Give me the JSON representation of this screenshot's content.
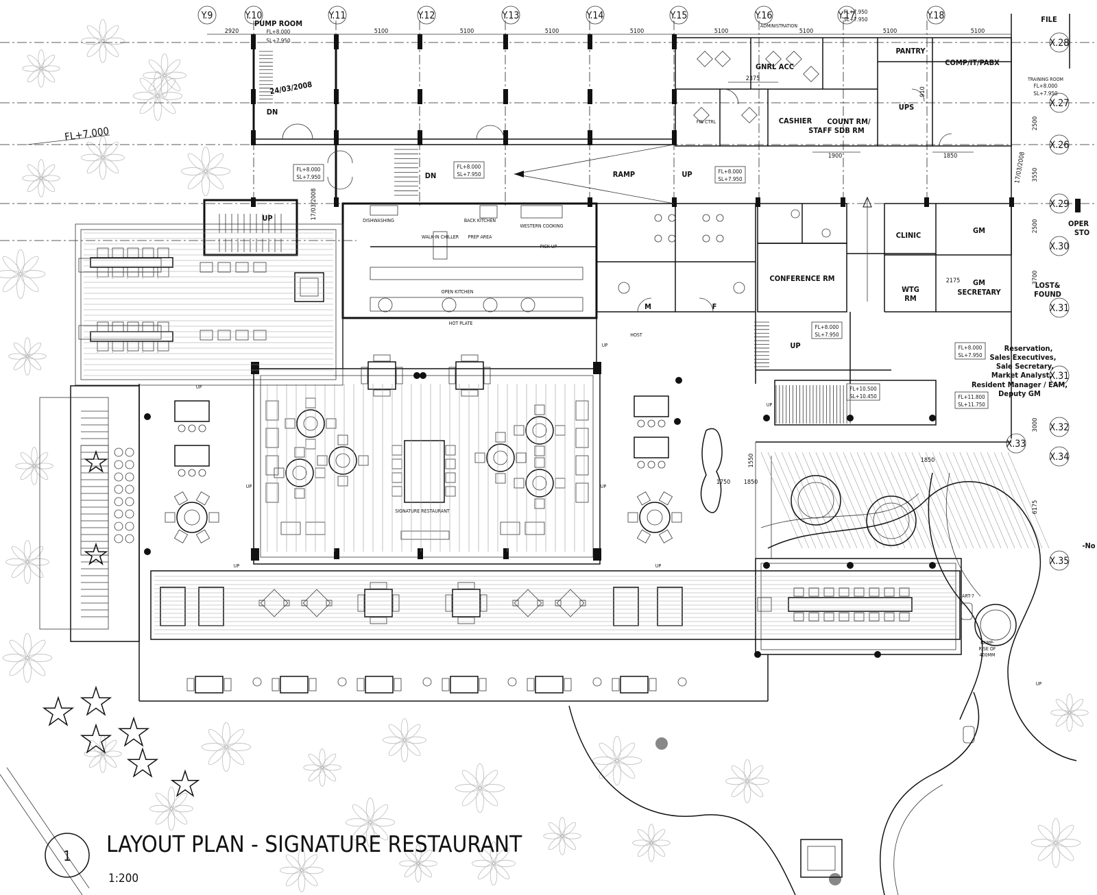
{
  "title": "LAYOUT PLAN - SIGNATURE RESTAURANT",
  "scale": "1:200",
  "drawing_number": "1",
  "floor_level": "FL+7.000",
  "revision_date_1": "24/03/2008",
  "revision_date_2": "17/03/2008",
  "revision_date_3": "17/03/2008",
  "grid_labels": [
    "Y.9",
    "Y.10",
    "Y.11",
    "Y.12",
    "Y.13",
    "Y.14",
    "Y.15",
    "Y.16",
    "Y.17",
    "Y.18"
  ],
  "grid_labels_x": [
    "X.28",
    "X.27",
    "X.26",
    "X.29",
    "X.30",
    "X.31",
    "X.31",
    "X.32",
    "X.33",
    "X.34",
    "X.35"
  ],
  "dimensions_top": [
    "2920",
    "5100",
    "5100",
    "5100",
    "5100",
    "5100",
    "5100",
    "5100",
    "5100"
  ],
  "rooms": {
    "pump_room": "PUMP ROOM",
    "administration": "ADMINISTRATION",
    "pantry": "PANTRY",
    "comp_it_pabx": "COMP/IT/PABX",
    "file": "FILE",
    "gnrl_acc": "GNRL ACC",
    "cashier": "CASHIER",
    "count_rm": "COUNT RM/",
    "staff_sdb_rm": "STAFF SDB RM",
    "ups": "UPS",
    "training_room": "TRAINING ROOM",
    "fin_ctrl": "FIN CTRL",
    "clinic": "CLINIC",
    "gm": "GM",
    "gm_secretary_1": "GM",
    "gm_secretary_2": "SECRETARY",
    "lost_found_1": "LOST&",
    "lost_found_2": "FOUND",
    "conference_rm": "CONFERENCE RM",
    "wtg_rm_1": "WTG",
    "wtg_rm_2": "RM",
    "oper_sto": "OPER",
    "oper_sto_2": "STO",
    "ramp": "RAMP",
    "signature_restaurant": "SIGNATURE RESTAURANT",
    "host": "HOST",
    "male": "M",
    "female": "F"
  },
  "directions": {
    "dn": "DN",
    "up": "UP"
  },
  "levels": {
    "lv_a": "FL+8.000",
    "lv_b": "SL+7.950",
    "lv_c": "FL+10.500",
    "lv_d": "SL+10.450",
    "lv_e": "FL+11.800",
    "lv_f": "SL+11.750",
    "lv_g": "FL+7.950",
    "lv_h": "SL+7.950"
  },
  "kitchen_labels": {
    "back_kitchen": "BACK KITCHEN",
    "walk_in_chiller": "WALK-IN CHILLER",
    "open_kitchen": "OPEN KITCHEN",
    "hot_plate": "HOT PLATE",
    "western_cooking": "WESTERN COOKING",
    "dishwashing": "DISHWASHING",
    "pick_up": "PICK UP",
    "prep_area": "PREP AREA"
  },
  "side_note_lines": [
    "Reservation,",
    "Sales Executives,",
    "Sale Secretary,",
    "Market Analyst,",
    "Resident Manager / EAM,",
    "Deputy GM"
  ],
  "small_dimensions": {
    "d_2375": "2375",
    "d_1900": "1900",
    "d_1850": "1850",
    "d_2175": "2175",
    "d_3550": "3550",
    "d_2500": "2500",
    "d_3700": "3700",
    "d_2500b": "2500",
    "d_3000": "3000",
    "d_6175": "6175",
    "d_1550": "1550",
    "d_1750": "1750",
    "d_1850b": "1850",
    "d_1850c": "1850",
    "d_910": "910"
  },
  "annotations": {
    "art_7": "ART-7",
    "ramp_note_1": "RAMP-",
    "ramp_note_2": "RISE OF",
    "ramp_note_3": "400MM",
    "no_label": "-No"
  }
}
